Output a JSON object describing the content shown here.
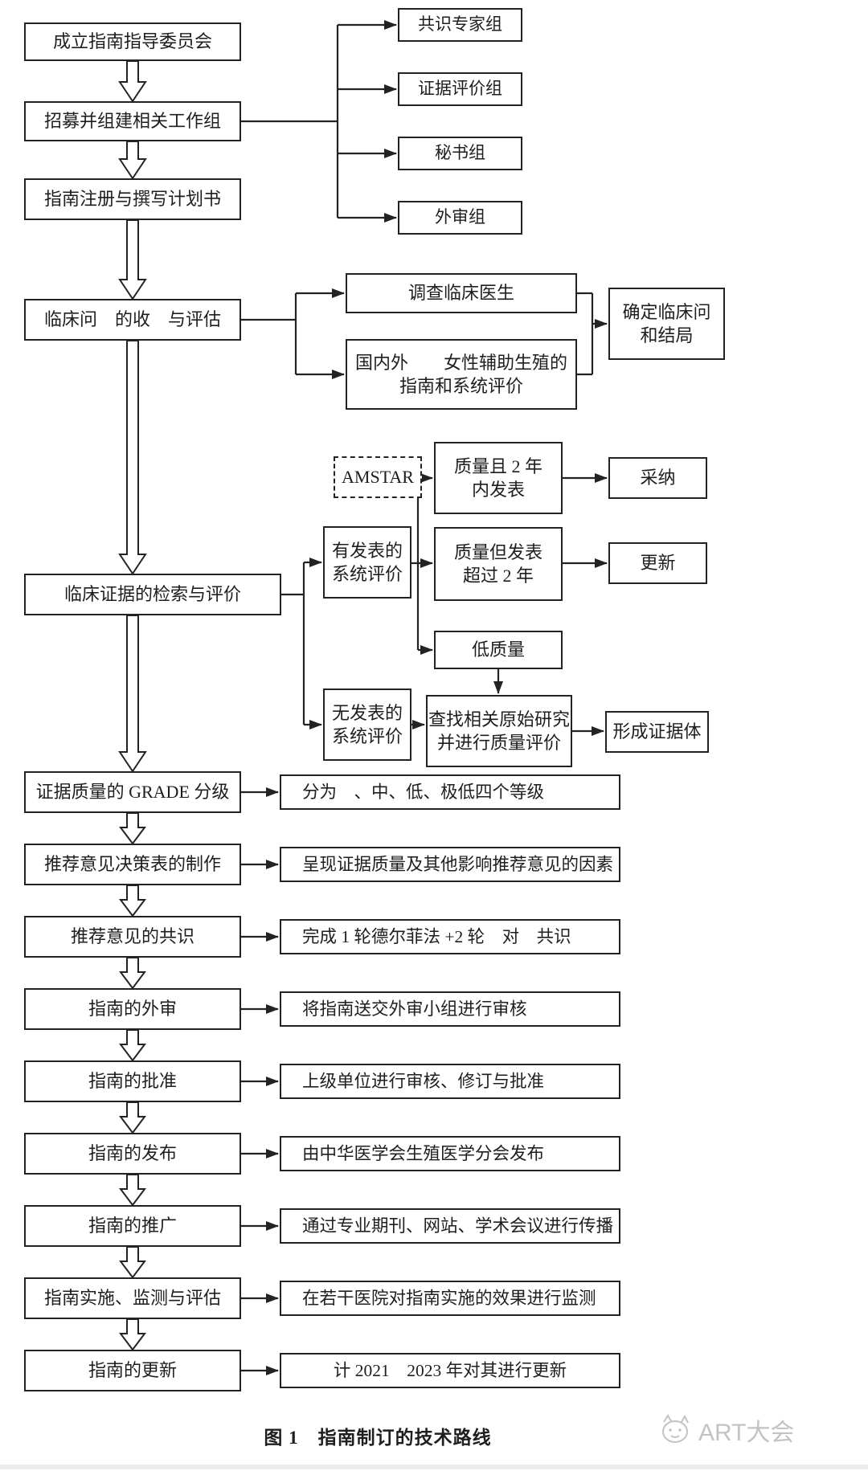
{
  "main_flow": {
    "s1": "成立指南指导委员会",
    "s2": "招募并组建相关工作组",
    "s3": "指南注册与撰写计划书",
    "s4": "临床问　的收　与评估",
    "s5": "临床证据的检索与评价",
    "s6": "证据质量的 GRADE 分级",
    "s7": "推荐意见决策表的制作",
    "s8": "推荐意见的共识",
    "s9": "指南的外审",
    "s10": "指南的批准",
    "s11": "指南的发布",
    "s12": "指南的推广",
    "s13": "指南实施、监测与评估",
    "s14": "指南的更新"
  },
  "working_groups": {
    "g1": "共识专家组",
    "g2": "证据评价组",
    "g3": "秘书组",
    "g4": "外审组"
  },
  "question_collection": {
    "survey": "调查临床医生",
    "review_line1": "国内外　　女性辅助生殖的",
    "review_line2": "指南和系统评价",
    "outcome_line1": "确定临床问",
    "outcome_line2": "和结局"
  },
  "evidence_appraisal": {
    "amstar": "AMSTAR",
    "published_line1": "有发表的",
    "published_line2": "系统评价",
    "unpublished_line1": "无发表的",
    "unpublished_line2": "系统评价",
    "quality_recent_line1": "质量且 2 年",
    "quality_recent_line2": "内发表",
    "quality_old_line1": "质量但发表",
    "quality_old_line2": "超过 2 年",
    "low_quality": "低质量",
    "adopt": "采纳",
    "update": "更新",
    "primary_line1": "查找相关原始研究",
    "primary_line2": "并进行质量评价",
    "evidence_body": "形成证据体"
  },
  "step_details": {
    "d6": "分为　、中、低、极低四个等级",
    "d7": "呈现证据质量及其他影响推荐意见的因素",
    "d8": "完成 1 轮德尔菲法 +2 轮　对　共识",
    "d9": "将指南送交外审小组进行审核",
    "d10": "上级单位进行审核、修订与批准",
    "d11": "由中华医学会生殖医学分会发布",
    "d12": "通过专业期刊、网站、学术会议进行传播",
    "d13": "在若干医院对指南实施的效果进行监测",
    "d14": "计 2021　2023 年对其进行更新"
  },
  "caption": "图 1　指南制订的技术路线",
  "watermark": "ART大会",
  "colors": {
    "line": "#232323",
    "background": "#ffffff",
    "watermark_gray": "#c3c3c3"
  }
}
